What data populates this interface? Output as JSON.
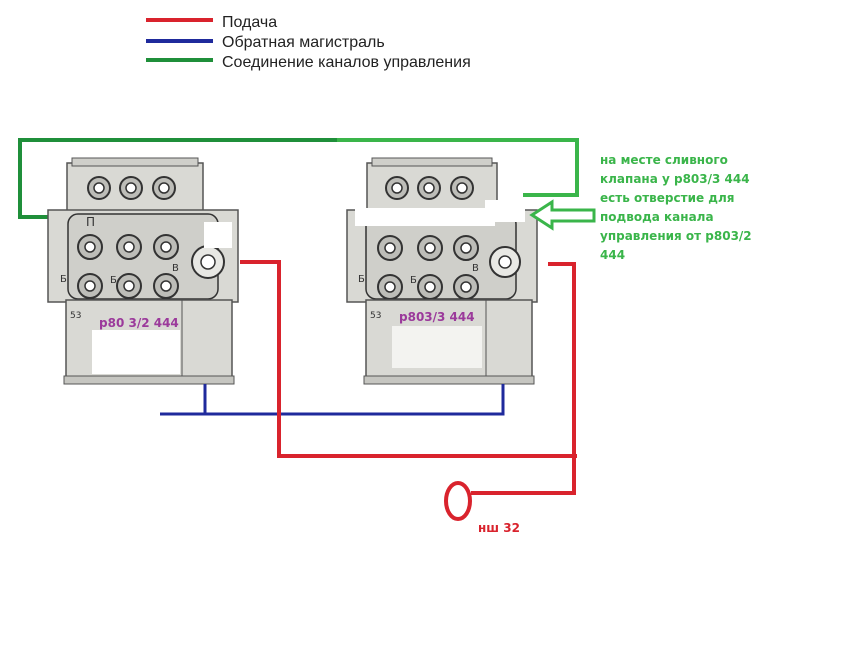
{
  "legend": {
    "items": [
      {
        "label": "Подача",
        "color": "#d9232d"
      },
      {
        "label": "Обратная магистраль",
        "color": "#1f2a9c"
      },
      {
        "label": "Соединение каналов управления",
        "color": "#1f8f3a"
      }
    ]
  },
  "valves": {
    "left_label": "р80 3/2 444",
    "right_label": "р803/3 444",
    "mark_53": "53",
    "mark_b": "Б",
    "mark_v": "В",
    "mark_p": "П"
  },
  "note": {
    "lines": [
      "на месте сливного",
      "клапана у р803/3 444",
      "есть отверстие для",
      "подвода канала",
      "управления от р803/2",
      "444"
    ],
    "color": "#3ab54a"
  },
  "pump": {
    "label": "нш 32",
    "color": "#d9232d"
  },
  "colors": {
    "supply": "#d9232d",
    "return": "#1f2a9c",
    "control": "#1f8f3a",
    "label_purple": "#9b3a9b",
    "body_fill": "#d9d9d4",
    "body_stroke": "#555555"
  }
}
